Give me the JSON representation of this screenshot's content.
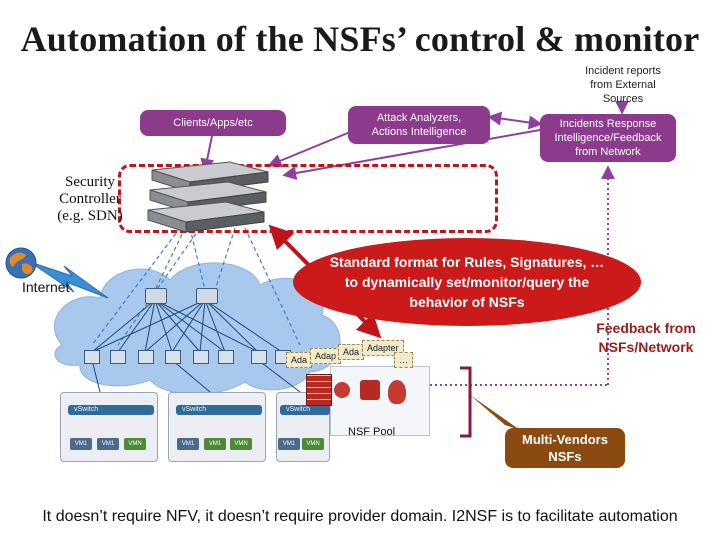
{
  "title": "Automation of the NSFs’ control & monitor",
  "incident_reports": [
    "Incident reports",
    "from External",
    "Sources"
  ],
  "boxes": {
    "clients": "Clients/Apps/etc",
    "attack": [
      "Attack Analyzers,",
      "Actions Intelligence"
    ],
    "incidents": [
      "Incidents Response",
      "Intelligence/Feedback",
      "from Network"
    ]
  },
  "security_controller": [
    "Security",
    "Controller",
    "(e.g. SDN)"
  ],
  "internet": "Internet",
  "standard_format": [
    "Standard format for Rules, Signatures, …",
    "to dynamically set/monitor/query the",
    "behavior of NSFs"
  ],
  "feedback": [
    "Feedback from",
    "NSFs/Network"
  ],
  "adapters": [
    "Ada",
    "Adap",
    "Ada",
    "Adapter",
    "…"
  ],
  "vswitch_labels": [
    "vSwitch",
    "vSwitch",
    "vSwitch"
  ],
  "vm_labels": [
    "VM1",
    "VM1",
    "VMN",
    "VM1",
    "VM1",
    "VMN",
    "VM1",
    "VMN"
  ],
  "nsf_pool": "NSF Pool",
  "multi_vendors": [
    "Multi-Vendors",
    "NSFs"
  ],
  "bottom_text": "It doesn’t require NFV, it doesn’t require provider domain. I2NSF is to facilitate automation",
  "colors": {
    "purple": "#8b3a8c",
    "red": "#cc1a1a",
    "dark_red_text": "#9b1c1c",
    "brown": "#8a4a10",
    "cloud_blue": "#a9c8ee",
    "arrow_purple": "#8e3fa0"
  }
}
